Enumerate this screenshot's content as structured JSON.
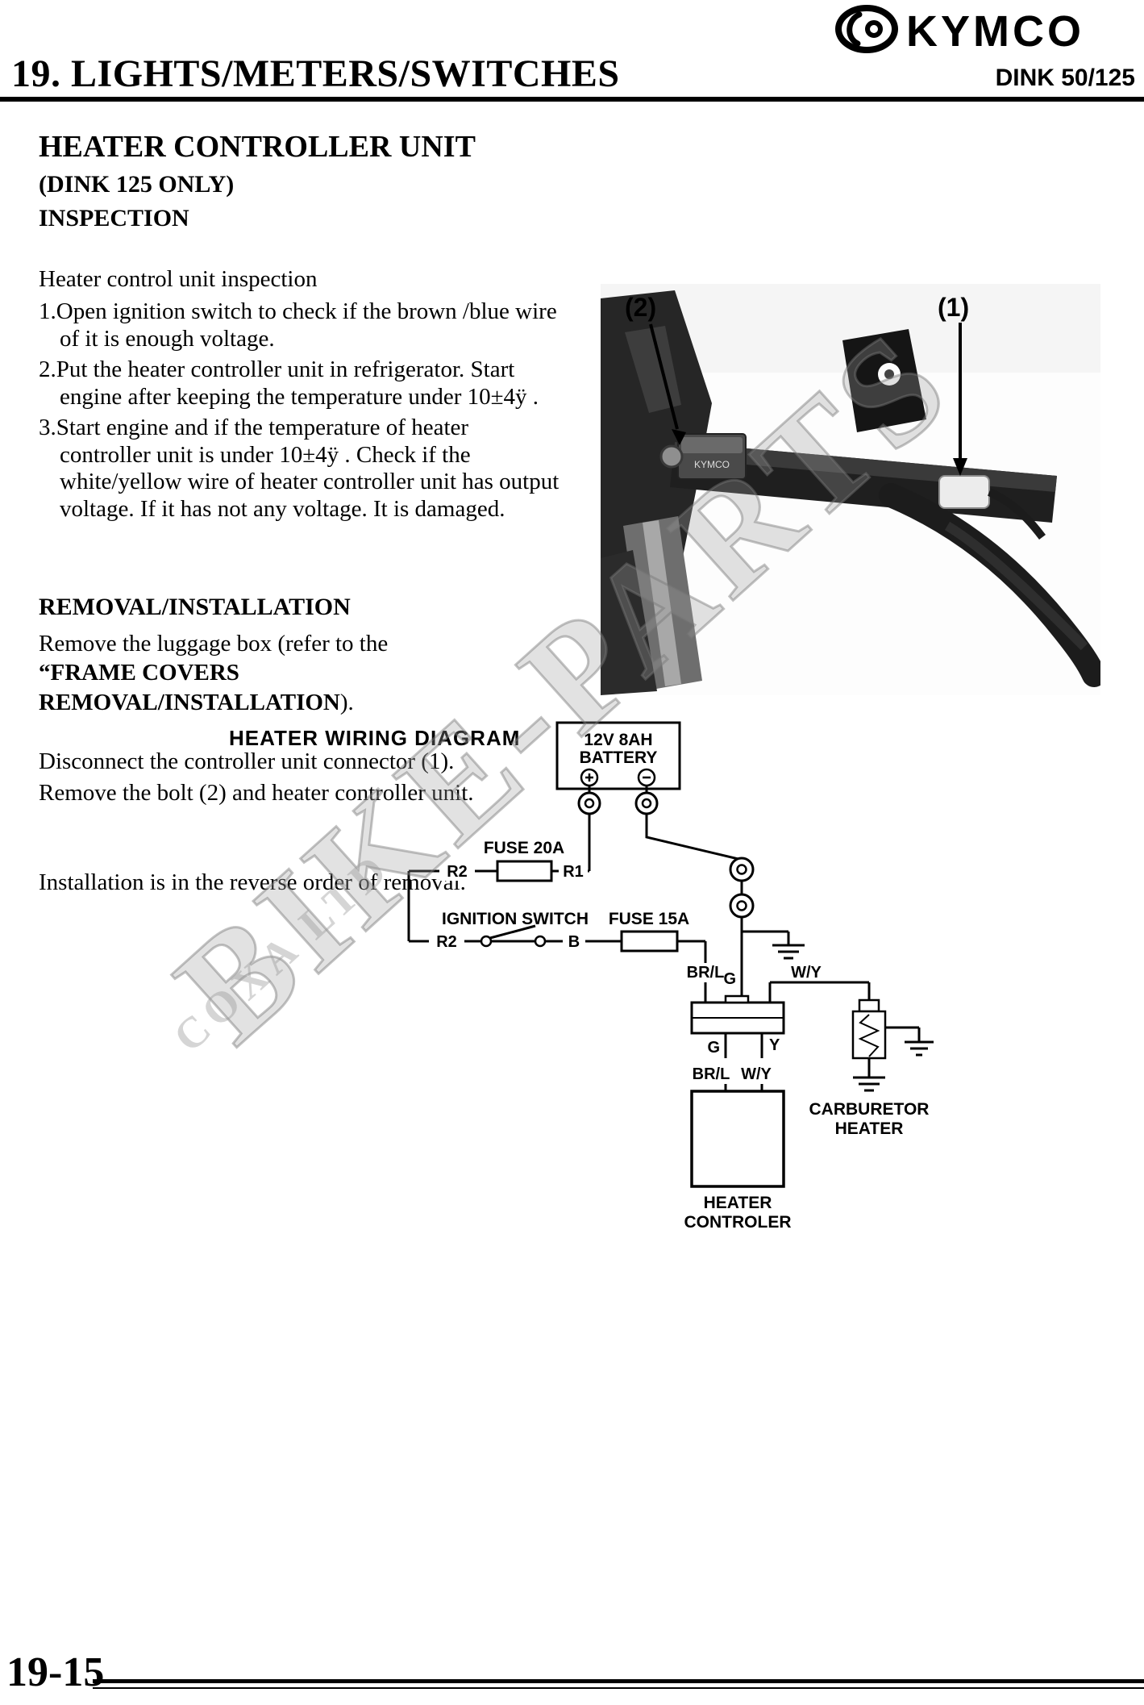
{
  "header": {
    "section_title": "19. LIGHTS/METERS/SWITCHES",
    "brand": "KYMCO",
    "model": "DINK 50/125"
  },
  "article": {
    "title": "HEATER CONTROLLER UNIT",
    "subtitle": "(DINK 125 ONLY)",
    "inspection_heading": "INSPECTION",
    "inspection_intro": "Heater control unit inspection",
    "step1": "1.Open ignition switch to check if the brown /blue wire of it is enough voltage.",
    "step2": "2.Put the heater controller unit in refrigerator. Start engine after keeping the temperature under 10±4ÿ .",
    "step3": "3.Start engine and if the temperature of heater controller unit is under 10±4ÿ . Check if the white/yellow wire of heater controller unit has output voltage. If it has not any voltage. It is damaged.",
    "removal_heading": "REMOVAL/INSTALLATION",
    "removal_p1_normal": "Remove the luggage box (refer to the",
    "removal_p1_bold1": "“FRAME COVERS",
    "removal_p1_bold2": "REMOVAL/INSTALLATION",
    "removal_p1_tail": ").",
    "removal_p2": "Disconnect the controller unit connector (1).",
    "removal_p3": "Remove the bolt (2) and heater controller unit.",
    "removal_p4": "Installation is in the reverse order of removal."
  },
  "photo": {
    "callout_left": "(2)",
    "callout_right": "(1)",
    "unit_text": "KYMCO"
  },
  "watermark": {
    "main": "BIKE-PARTS",
    "sub": "COXA LTD"
  },
  "diagram": {
    "title": "HEATER WIRING DIAGRAM",
    "battery_line1": "12V 8AH",
    "battery_line2": "BATTERY",
    "fuse20_label": "FUSE 20A",
    "fuse15_label": "FUSE 15A",
    "ignition_label": "IGNITION SWITCH",
    "r2_fuse": "R2",
    "r1_fuse": "R1",
    "r2_switch": "R2",
    "b_switch": "B",
    "wire_brl_upper": "BR/L",
    "wire_g_upper": "G",
    "wire_wy_upper": "W/Y",
    "wire_g_mid": "G",
    "wire_y_mid": "Y",
    "wire_brl_lower": "BR/L",
    "wire_wy_lower": "W/Y",
    "carb_line1": "CARBURETOR",
    "carb_line2": "HEATER",
    "controller_line1": "HEATER",
    "controller_line2": "CONTROLER"
  },
  "footer": {
    "page_number": "19-15"
  }
}
